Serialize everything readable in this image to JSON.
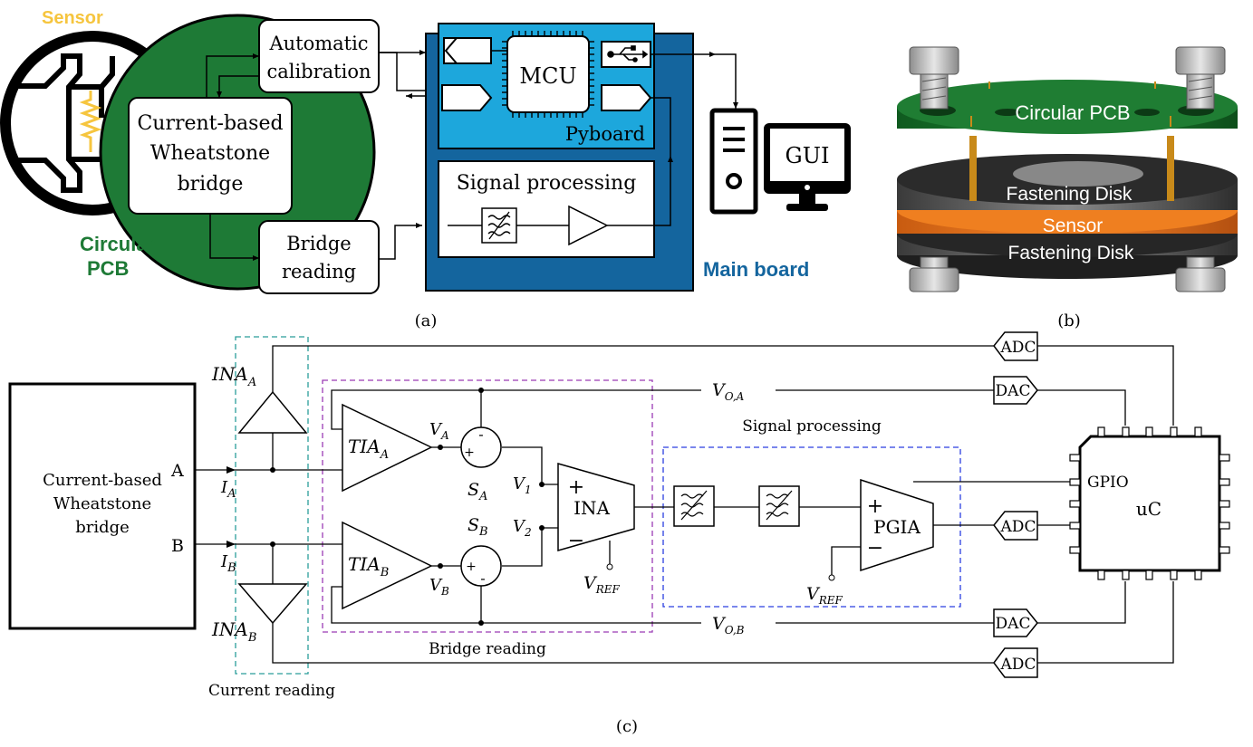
{
  "panel_a": {
    "sensor_label": "Sensor",
    "circular_pcb_label_line1": "Circular",
    "circular_pcb_label_line2": "PCB",
    "auto_cal_line1": "Automatic",
    "auto_cal_line2": "calibration",
    "wheatstone_line1": "Current-based",
    "wheatstone_line2": "Wheatstone",
    "wheatstone_line3": "bridge",
    "bridge_reading_line1": "Bridge",
    "bridge_reading_line2": "reading",
    "mcu_label": "MCU",
    "pyboard_label": "Pyboard",
    "signal_processing_label": "Signal processing",
    "gui_label": "GUI",
    "main_board_label": "Main board",
    "caption": "(a)"
  },
  "panel_b": {
    "circular_pcb_label": "Circular PCB",
    "fastening_disk_top": "Fastening Disk",
    "sensor_label": "Sensor",
    "fastening_disk_bottom": "Fastening Disk",
    "caption": "(b)"
  },
  "panel_c": {
    "bridge_line1": "Current-based",
    "bridge_line2": "Wheatstone",
    "bridge_line3": "bridge",
    "node_a": "A",
    "node_b": "B",
    "i_a": "I",
    "i_a_sub": "A",
    "i_b": "I",
    "i_b_sub": "B",
    "ina_a": "INA",
    "ina_a_sub": "A",
    "ina_b": "INA",
    "ina_b_sub": "B",
    "tia_a": "TIA",
    "tia_a_sub": "A",
    "tia_b": "TIA",
    "tia_b_sub": "B",
    "v_a": "V",
    "v_a_sub": "A",
    "v_b": "V",
    "v_b_sub": "B",
    "s_a": "S",
    "s_a_sub": "A",
    "s_b": "S",
    "s_b_sub": "B",
    "v1": "V",
    "v1_sub": "1",
    "v2": "V",
    "v2_sub": "2",
    "ina": "INA",
    "vref1": "V",
    "vref1_sub": "REF",
    "vref2": "V",
    "vref2_sub": "REF",
    "vo_a": "V",
    "vo_a_sub": "O,A",
    "vo_b": "V",
    "vo_b_sub": "O,B",
    "signal_processing_label": "Signal processing",
    "pgia": "PGIA",
    "adc_top": "ADC",
    "dac_top": "DAC",
    "adc_mid": "ADC",
    "dac_bottom": "DAC",
    "adc_bottom": "ADC",
    "gpio": "GPIO",
    "uc": "uC",
    "bridge_reading_label": "Bridge reading",
    "current_reading_label": "Current reading",
    "caption": "(c)"
  },
  "colors": {
    "pcb_green": "#1e7a36",
    "sensor_yellow": "#f6c53e",
    "pyboard_cyan": "#1da7dc",
    "main_board_blue": "#14659e",
    "main_board_label": "#14659e",
    "sensor_orange": "#ee7d1e",
    "teal_dash": "#2a9d9a",
    "purple_dash": "#9b3bb5",
    "blue_dash": "#2b3fe0"
  }
}
